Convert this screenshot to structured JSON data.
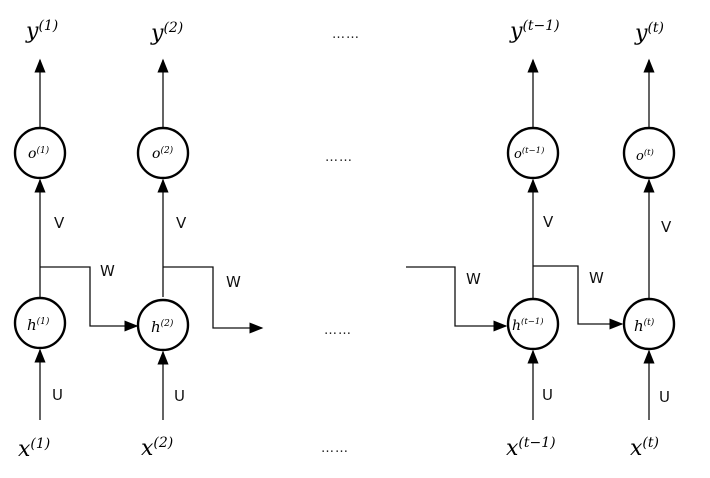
{
  "title": "Unrolled recurrent neural network",
  "columns": [
    {
      "y": "y",
      "y_sup": "(1)",
      "o": "o",
      "o_sup": "(1)",
      "h": "h",
      "h_sup": "(1)",
      "x": "x",
      "x_sup": "(1)"
    },
    {
      "y": "y",
      "y_sup": "(2)",
      "o": "o",
      "o_sup": "(2)",
      "h": "h",
      "h_sup": "(2)",
      "x": "x",
      "x_sup": "(2)"
    },
    {
      "y": "y",
      "y_sup": "(t−1)",
      "o": "o",
      "o_sup": "(t−1)",
      "h": "h",
      "h_sup": "(t−1)",
      "x": "x",
      "x_sup": "(t−1)"
    },
    {
      "y": "y",
      "y_sup": "(t)",
      "o": "o",
      "o_sup": "(t)",
      "h": "h",
      "h_sup": "(t)",
      "x": "x",
      "x_sup": "(t)"
    }
  ],
  "weights": {
    "input": "U",
    "output": "V",
    "recurrent": "W"
  },
  "ellipsis": "……"
}
